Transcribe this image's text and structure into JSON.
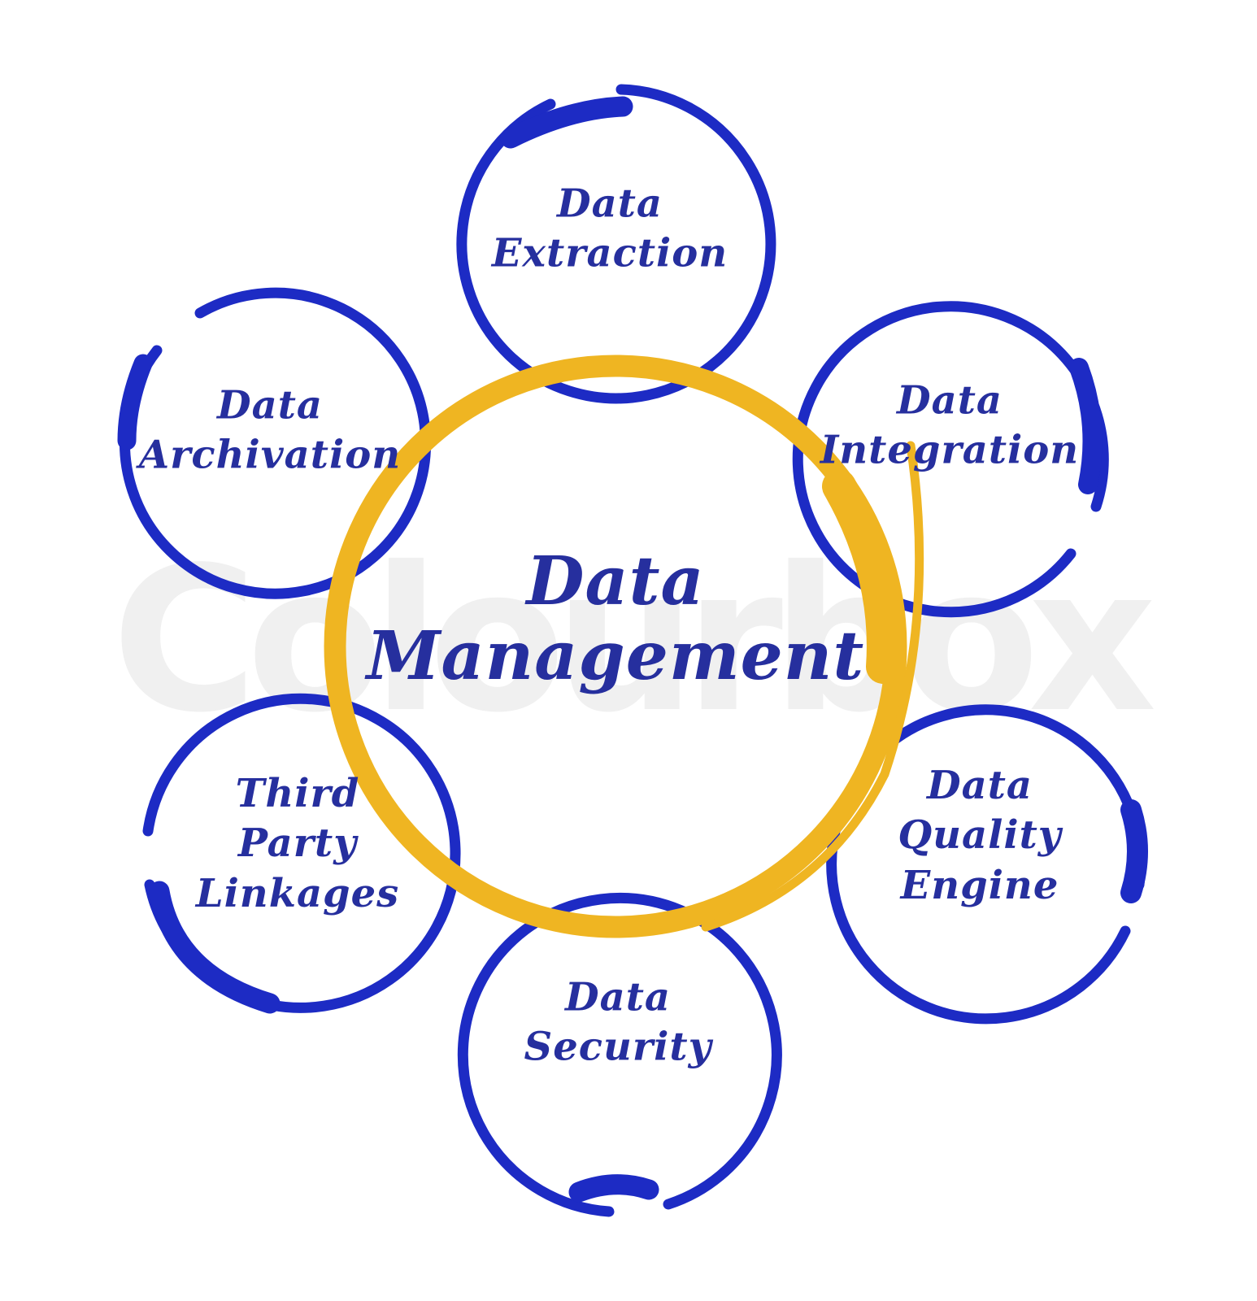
{
  "title": {
    "lines": [
      "Data",
      "Management"
    ]
  },
  "watermark": "Colourbox",
  "nodes": [
    {
      "id": "data-extraction",
      "lines": [
        "Data",
        "Extraction"
      ]
    },
    {
      "id": "data-integration",
      "lines": [
        "Data",
        "Integration"
      ]
    },
    {
      "id": "data-archivation",
      "lines": [
        "Data",
        "Archivation"
      ]
    },
    {
      "id": "third-party-linkages",
      "lines": [
        "Third",
        "Party",
        "Linkages"
      ]
    },
    {
      "id": "data-security",
      "lines": [
        "Data",
        "Security"
      ]
    },
    {
      "id": "data-quality-engine",
      "lines": [
        "Data",
        "Quality",
        "Engine"
      ]
    }
  ],
  "colors": {
    "circle_blue": "#1d2bc4",
    "label_navy": "#262f9e",
    "ring_yellow": "#efb522",
    "watermark_gray": "#f0f0f0",
    "background": "#ffffff"
  }
}
